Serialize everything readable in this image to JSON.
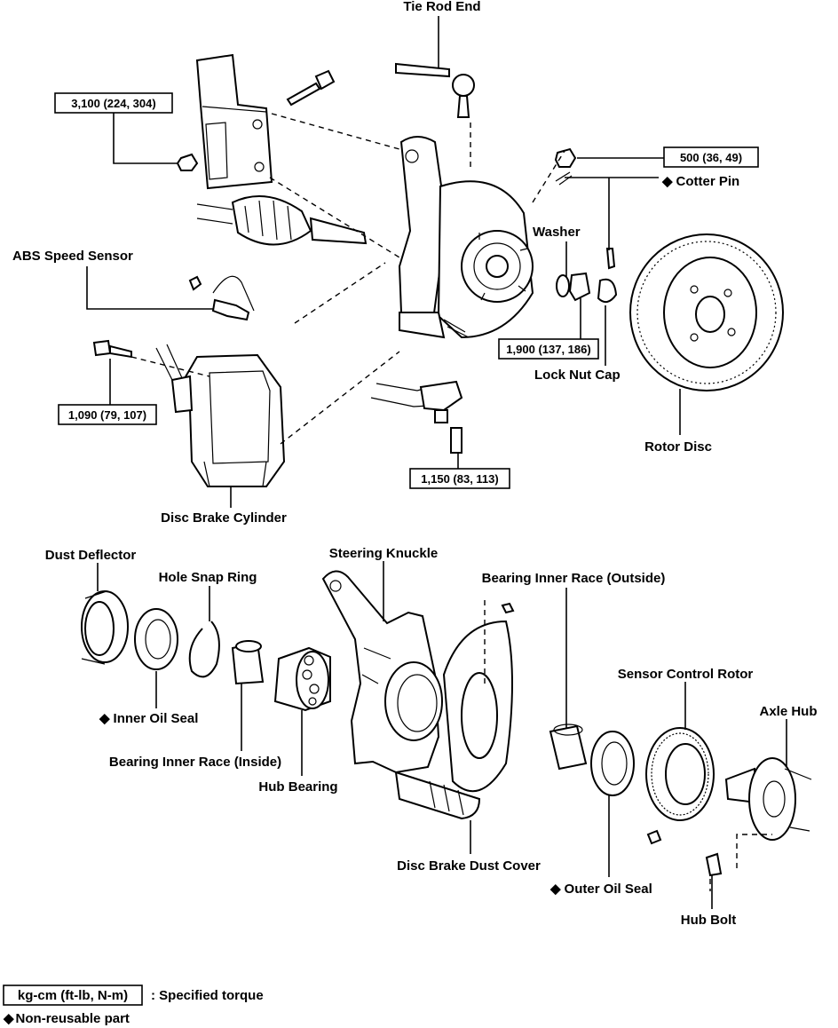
{
  "upper_labels": {
    "tie_rod_end": "Tie Rod End",
    "abs_speed_sensor": "ABS Speed Sensor",
    "washer": "Washer",
    "cotter_pin": "Cotter Pin",
    "lock_nut_cap": "Lock Nut Cap",
    "rotor_disc": "Rotor Disc",
    "disc_brake_cylinder": "Disc Brake Cylinder"
  },
  "torques": {
    "strut_bolt": "3,100 (224, 304)",
    "hub_nut": "500 (36, 49)",
    "lock_nut": "1,900 (137, 186)",
    "caliper_bolt": "1,090 (79, 107)",
    "ball_joint_bolt": "1,150 (83, 113)"
  },
  "lower_labels": {
    "dust_deflector": "Dust Deflector",
    "hole_snap_ring": "Hole Snap Ring",
    "steering_knuckle": "Steering Knuckle",
    "bearing_inner_race_outside": "Bearing Inner Race (Outside)",
    "sensor_control_rotor": "Sensor Control Rotor",
    "axle_hub": "Axle Hub",
    "inner_oil_seal": "Inner Oil Seal",
    "bearing_inner_race_inside": "Bearing Inner Race (Inside)",
    "hub_bearing": "Hub Bearing",
    "disc_brake_dust_cover": "Disc Brake Dust Cover",
    "outer_oil_seal": "Outer Oil Seal",
    "hub_bolt": "Hub Bolt"
  },
  "legend": {
    "torque_box": "kg-cm (ft-lb, N-m)",
    "torque_desc": ": Specified torque",
    "nonreusable": "Non-reusable part"
  },
  "non_reusable_symbol": "◆"
}
